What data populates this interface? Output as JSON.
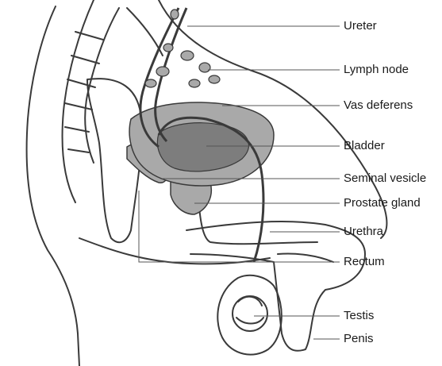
{
  "labels": {
    "ureter": "Ureter",
    "lymph_node": "Lymph node",
    "vas_deferens": "Vas deferens",
    "bladder": "Bladder",
    "seminal_vesicle": "Seminal vesicle",
    "prostate_gland": "Prostate gland",
    "urethra": "Urethra",
    "rectum": "Rectum",
    "testis": "Testis",
    "penis": "Penis"
  },
  "colors": {
    "outline": "#3a3a3a",
    "organ_fill": "#a9a9a9",
    "bladder_dark": "#7d7d7d",
    "leader_line": "#555555",
    "background": "#ffffff"
  }
}
